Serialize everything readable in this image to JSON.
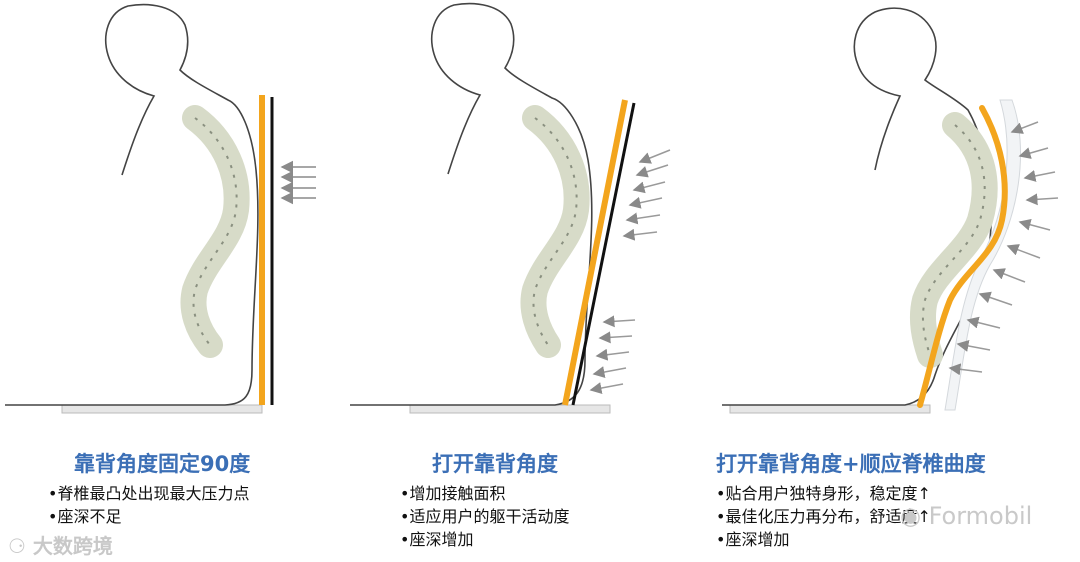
{
  "colors": {
    "title": "#3b6fb6",
    "backrest_yellow": "#f3a51d",
    "backrest_black": "#111111",
    "arrow_gray": "#8a8a8a",
    "spine_light": "#e2e5d8"
  },
  "panels": [
    {
      "title": "靠背角度固定90度",
      "bullets": [
        "•脊椎最凸处出现最大压力点",
        "•座深不足"
      ]
    },
    {
      "title": "打开靠背角度",
      "bullets": [
        "•增加接触面积",
        "•适应用户的躯干活动度",
        "•座深增加"
      ]
    },
    {
      "title": "打开靠背角度+顺应脊椎曲度",
      "bullets": [
        "•贴合用户独特身形，稳定度↑",
        "•最佳化压力再分布，舒适度↑",
        "•座深增加"
      ]
    }
  ],
  "watermarks": {
    "left": "大数跨境",
    "right": "Formobil"
  }
}
